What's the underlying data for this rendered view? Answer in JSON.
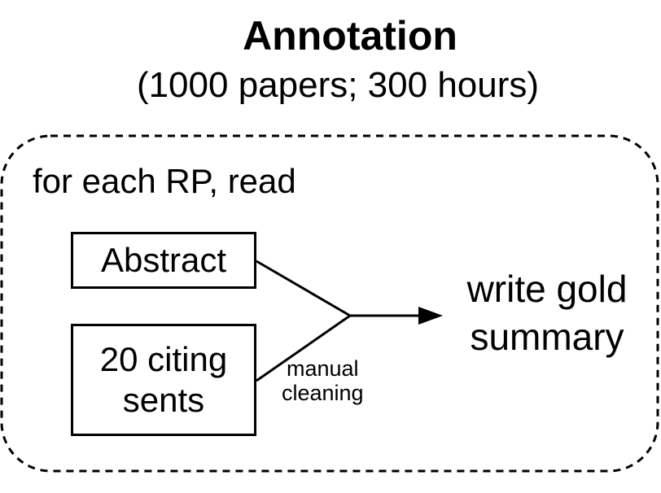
{
  "title": "Annotation",
  "subtitle": "(1000 papers; 300 hours)",
  "group": {
    "label": "for each RP, read"
  },
  "inputs": {
    "abstract": "Abstract",
    "citing_line1": "20 citing",
    "citing_line2": "sents"
  },
  "edge": {
    "line1": "manual",
    "line2": "cleaning"
  },
  "output": {
    "line1": "write gold",
    "line2": "summary"
  },
  "colors": {
    "stroke": "#000000",
    "background": "#ffffff"
  }
}
